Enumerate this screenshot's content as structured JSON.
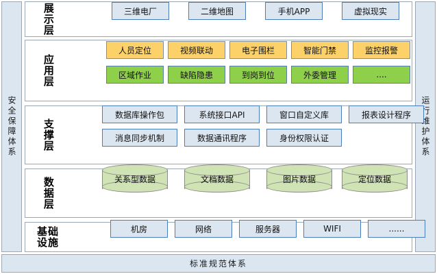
{
  "pillars": {
    "left": "安全保障体系",
    "right": "运行维护体系"
  },
  "bottom_bar": {
    "label": "标准规范体系"
  },
  "layers": [
    {
      "id": "presentation",
      "label": "展示层",
      "label_style": "vertical",
      "rows": [
        {
          "style": "blue",
          "items": [
            "三维电厂",
            "二维地图",
            "手机APP",
            "虚拟现实"
          ]
        }
      ]
    },
    {
      "id": "application",
      "label": "应用层",
      "label_style": "vertical",
      "rows": [
        {
          "style": "amber",
          "items": [
            "人员定位",
            "视频联动",
            "电子围栏",
            "智能门禁",
            "监控报警"
          ]
        },
        {
          "style": "green",
          "items": [
            "区域作业",
            "缺陷隐患",
            "到岗到位",
            "外委管理",
            "...."
          ]
        }
      ]
    },
    {
      "id": "support",
      "label": "支撑层",
      "label_style": "vertical",
      "rows": [
        {
          "style": "blue",
          "items": [
            "数据库操作包",
            "系统接口API",
            "窗口自定义库",
            "报表设计程序"
          ]
        },
        {
          "style": "blue",
          "items": [
            "消息同步机制",
            "数据通讯程序",
            "身份权限认证"
          ]
        }
      ]
    },
    {
      "id": "data",
      "label": "数据层",
      "label_style": "vertical",
      "rows": [
        {
          "style": "cylinder",
          "items": [
            "关系型数据",
            "文档数据",
            "图片数据",
            "定位数据"
          ]
        }
      ]
    },
    {
      "id": "infrastructure",
      "label": "基础设施",
      "label_style": "grid",
      "rows": [
        {
          "style": "blue",
          "items": [
            "机房",
            "网络",
            "服务器",
            "WIFI",
            "......"
          ]
        }
      ]
    }
  ],
  "colors": {
    "pillar_fill": "#dce6f1",
    "pillar_border": "#9aa7b4",
    "panel_border": "#9aa7b4",
    "blue_fill": "#dce6f1",
    "blue_border": "#4a7ebb",
    "amber_fill": "#fdd16a",
    "amber_border": "#7f8fa0",
    "green_fill": "#8fd04b",
    "green_border": "#5b7ea8",
    "cylinder_fill": "#cfe3b4",
    "cylinder_border": "#8a8a8a"
  }
}
